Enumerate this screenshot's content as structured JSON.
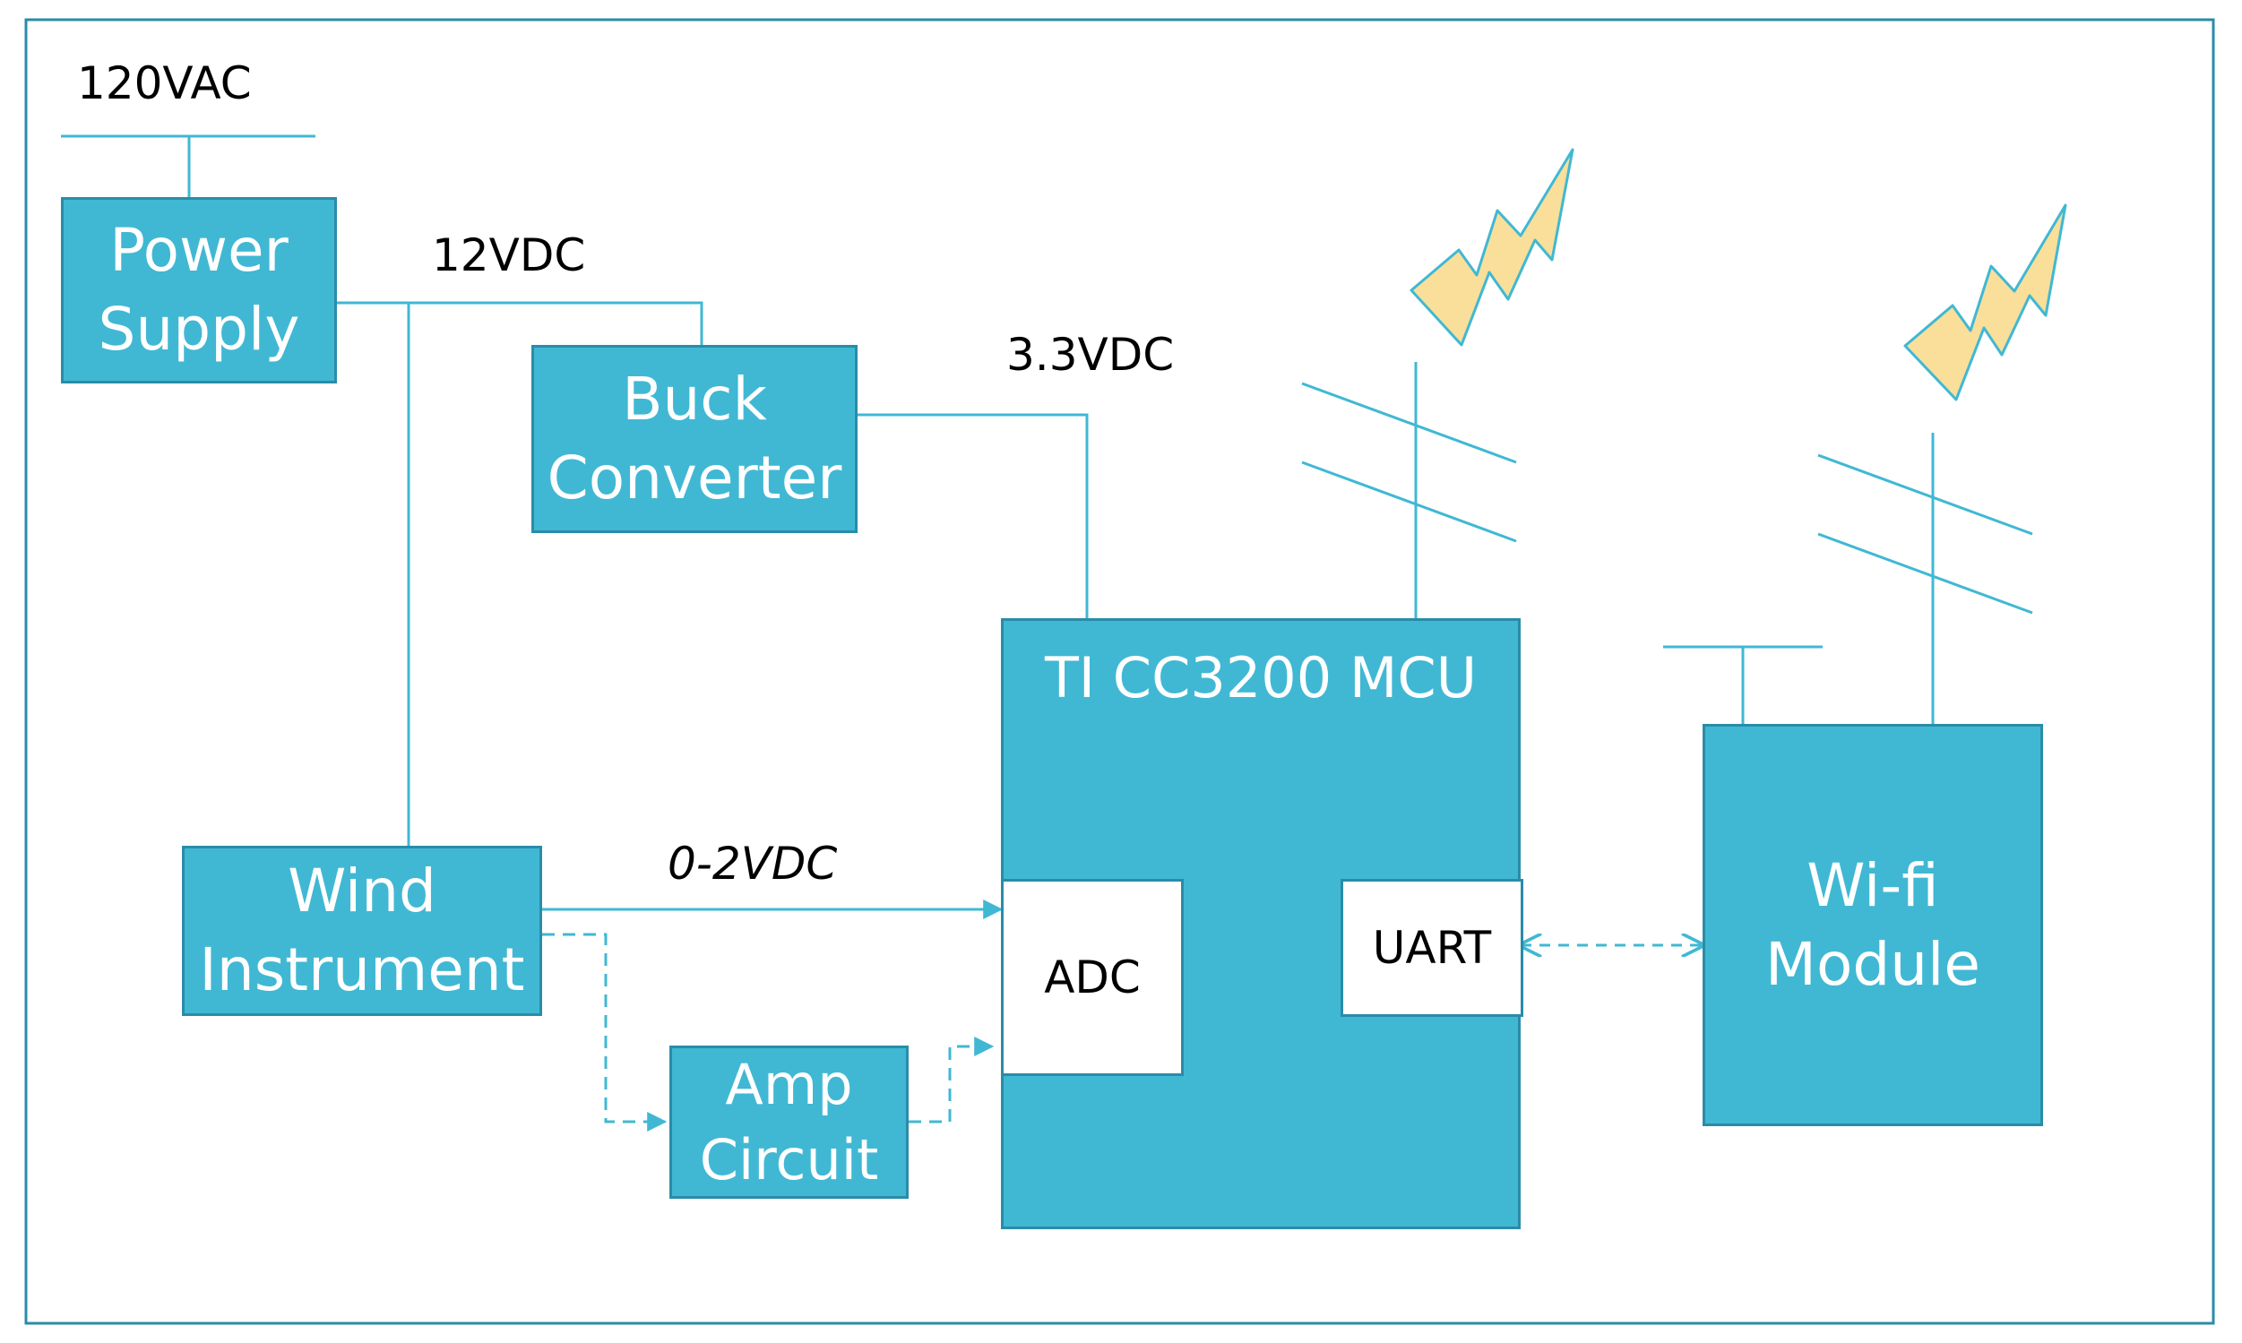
{
  "colors": {
    "block_fill": "#40B8D3",
    "block_border": "#2A8CA8",
    "line": "#40B8D3",
    "bolt_fill": "#F9DF9A",
    "bolt_stroke": "#40B8D3",
    "frame": "#2A8CA8"
  },
  "labels": {
    "ac_in": "120VAC",
    "dc12": "12VDC",
    "dc33": "3.3VDC",
    "signal": "0-2VDC"
  },
  "blocks": {
    "power_supply": [
      "Power",
      "Supply"
    ],
    "buck_converter": [
      "Buck",
      "Converter"
    ],
    "wind_instrument": [
      "Wind",
      "Instrument"
    ],
    "amp_circuit": [
      "Amp",
      "Circuit"
    ],
    "mcu": "TI CC3200 MCU",
    "adc": "ADC",
    "uart": "UART",
    "wifi_module": [
      "Wi-fi",
      "Module"
    ]
  },
  "icons": [
    "antenna-icon",
    "lightning-bolt-icon"
  ]
}
